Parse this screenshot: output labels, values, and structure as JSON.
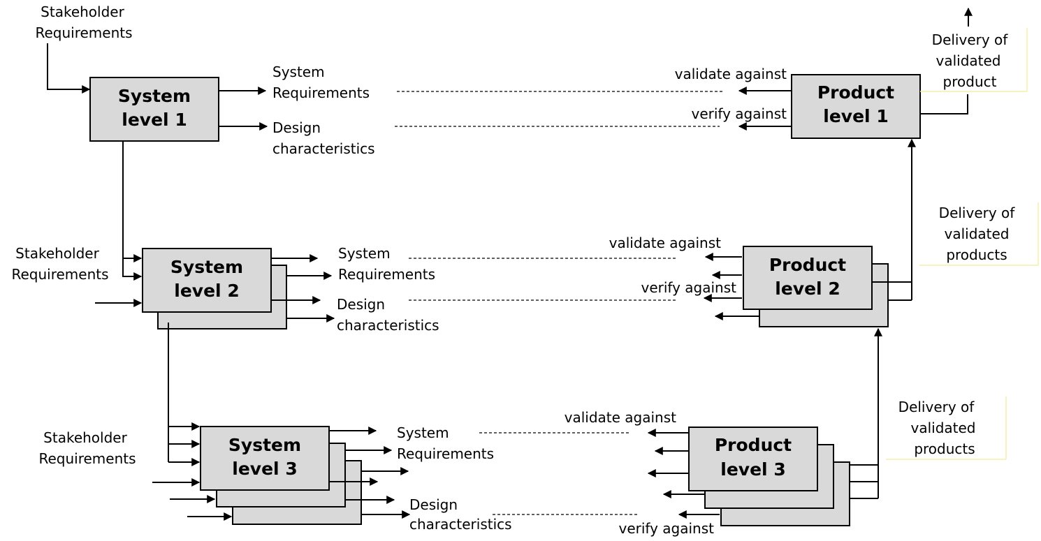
{
  "stakeholder": {
    "line1": "Stakeholder",
    "line2": "Requirements"
  },
  "system_levels": [
    {
      "line1": "System",
      "line2": "level 1"
    },
    {
      "line1": "System",
      "line2": "level 2"
    },
    {
      "line1": "System",
      "line2": "level 3"
    }
  ],
  "product_levels": [
    {
      "line1": "Product",
      "line2": "level 1"
    },
    {
      "line1": "Product",
      "line2": "level 2"
    },
    {
      "line1": "Product",
      "line2": "level 3"
    }
  ],
  "outputs": {
    "sysreq_line1": "System",
    "sysreq_line2": "Requirements",
    "design_line1": "Design",
    "design_line2": "characteristics"
  },
  "relations": {
    "validate": "validate against",
    "verify": "verify against"
  },
  "delivery": {
    "top": {
      "line1": "Delivery of",
      "line2": "validated",
      "line3": "product"
    },
    "mid": {
      "line1": "Delivery of",
      "line2": "validated",
      "line3": "products"
    }
  }
}
